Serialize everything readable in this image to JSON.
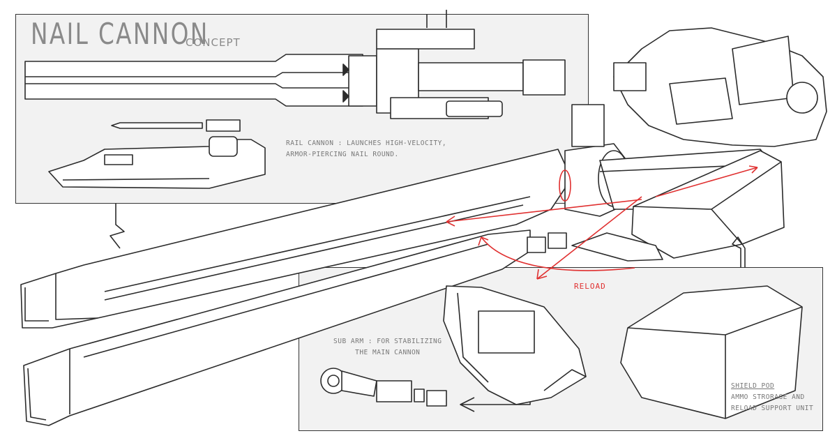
{
  "title": {
    "main": "NAIL CANNON",
    "sub": "CONCEPT"
  },
  "notes": {
    "rail_line1": "RAIL CANNON : LAUNCHES HIGH-VELOCITY,",
    "rail_line2": "ARMOR-PIERCING NAIL ROUND.",
    "reload": "RELOAD",
    "subarm_line1": "SUB ARM : FOR STABILIZING",
    "subarm_line2": "THE MAIN CANNON",
    "shield_title": "SHIELD POD",
    "shield_line1": "AMMO STRORAGE AND",
    "shield_line2": "RELOAD SUPPORT UNIT"
  },
  "colors": {
    "ink": "#2b2b2b",
    "panel": "#f2f2f2",
    "accent": "#e03030",
    "text": "#777777"
  }
}
